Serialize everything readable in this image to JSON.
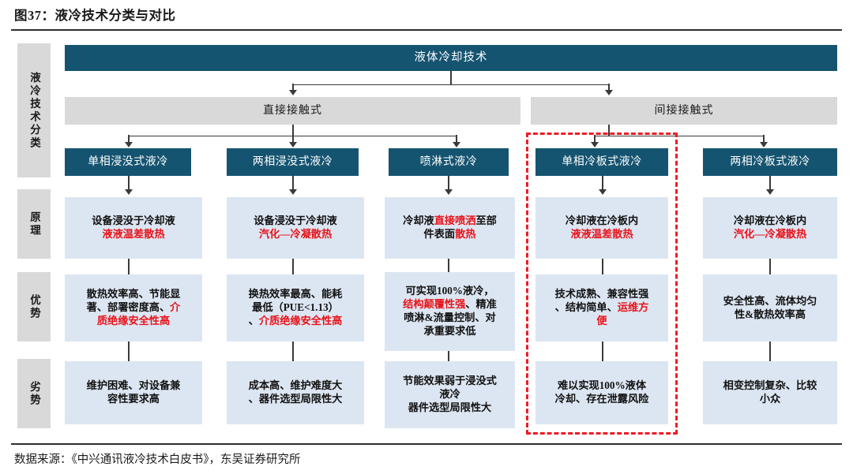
{
  "figure": {
    "title": "图37：液冷技术分类与对比",
    "source": "数据来源：《中兴通讯液冷技术白皮书》，东吴证券研究所"
  },
  "colors": {
    "header_teal": "#155470",
    "mid_gray": "#d9d9d9",
    "cell_blue": "#dce6f2",
    "accent_red": "#e8131a",
    "highlight_red": "#ee1c25"
  },
  "row_labels": [
    {
      "key": "classification",
      "text": "液冷技术分类"
    },
    {
      "key": "principle",
      "text": "原理"
    },
    {
      "key": "advantage",
      "text": "优势"
    },
    {
      "key": "disadvantage",
      "text": "劣势"
    }
  ],
  "tree": {
    "root": "液体冷却技术",
    "branches": [
      {
        "label": "直接接触式"
      },
      {
        "label": "间接接触式"
      }
    ]
  },
  "chart_data": {
    "type": "table",
    "title": "液冷技术分类与对比",
    "root": "液体冷却技术",
    "branches": [
      "直接接触式",
      "间接接触式"
    ],
    "row_headers": [
      "液冷技术分类",
      "原理",
      "优势",
      "劣势"
    ],
    "categories": [
      "单相浸没式液冷",
      "两相浸没式液冷",
      "喷淋式液冷",
      "单相冷板式液冷",
      "两相冷板式液冷"
    ],
    "category_parent": [
      "直接接触式",
      "直接接触式",
      "直接接触式",
      "间接接触式",
      "间接接触式"
    ],
    "highlighted_column": "单相冷板式液冷",
    "rows": [
      {
        "name": "原理",
        "cells": [
          {
            "plain": "设备浸没于冷却液",
            "emphasis": "液液温差散热"
          },
          {
            "plain": "设备浸没于冷却液",
            "emphasis": "汽化—冷凝散热"
          },
          {
            "plain": "冷却液直接喷洒至部件表面散热",
            "emphasis": "直接喷洒 / 散热"
          },
          {
            "plain": "冷却液在冷板内",
            "emphasis": "液液温差散热"
          },
          {
            "plain": "冷却液在冷板内",
            "emphasis": "汽化—冷凝散热"
          }
        ]
      },
      {
        "name": "优势",
        "cells": [
          {
            "plain": "散热效率高、节能显著、部署密度高、",
            "emphasis": "介质绝缘安全性高"
          },
          {
            "plain": "换热效率最高、能耗最低（PUE<1.13）、",
            "emphasis": "介质绝缘安全性高"
          },
          {
            "plain": "可实现100%液冷，结构颠覆性强、精准喷淋&流量控制、对承重要求低",
            "emphasis": "结构颠覆性强"
          },
          {
            "plain": "技术成熟、兼容性强、结构简单、",
            "emphasis": "运维方便"
          },
          {
            "plain": "安全性高、流体均匀性&散热效率高",
            "emphasis": ""
          }
        ]
      },
      {
        "name": "劣势",
        "cells": [
          {
            "plain": "维护困难、对设备兼容性要求高",
            "emphasis": ""
          },
          {
            "plain": "成本高、维护难度大、器件选型局限性大",
            "emphasis": ""
          },
          {
            "plain": "节能效果弱于浸没式液冷 器件选型局限性大",
            "emphasis": ""
          },
          {
            "plain": "难以实现100%液体冷却、存在泄露风险",
            "emphasis": ""
          },
          {
            "plain": "相变控制复杂、比较小众",
            "emphasis": ""
          }
        ]
      }
    ]
  },
  "cells": {
    "principle": {
      "c1": {
        "line1": "设备浸没于冷却液",
        "line2": "液液温差散热"
      },
      "c2": {
        "line1": "设备浸没于冷却液",
        "line2": "汽化—冷凝散热"
      },
      "c3": {
        "a": "冷却液",
        "b": "直接喷洒",
        "c": "至部",
        "d": "件表面",
        "e": "散热"
      },
      "c4": {
        "line1": "冷却液在冷板内",
        "line2": "液液温差散热"
      },
      "c5": {
        "line1": "冷却液在冷板内",
        "line2": "汽化—冷凝散热"
      }
    },
    "advantage": {
      "c1": {
        "a": "散热效率高、节能显",
        "b": "著、部署密度高、",
        "c": "介",
        "d": "质绝缘安全性高"
      },
      "c2": {
        "a": "换热效率最高、能耗",
        "b": "最低（PUE<1.13）",
        "c": "、",
        "d": "介质绝缘安全性高"
      },
      "c3": {
        "a": "可实现100%液冷，",
        "b": "结构颠覆性强",
        "c": "、精准",
        "d": "喷淋&流量控制、对",
        "e": "承重要求低"
      },
      "c4": {
        "a": "技术成熟、兼容性强",
        "b": "、结构简单、",
        "c": "运维方",
        "d": "便"
      },
      "c5": {
        "a": "安全性高、流体均匀",
        "b": "性&散热效率高"
      }
    },
    "disadvantage": {
      "c1": {
        "a": "维护困难、对设备兼",
        "b": "容性要求高"
      },
      "c2": {
        "a": "成本高、维护难度大",
        "b": "、器件选型局限性大"
      },
      "c3": {
        "a": "节能效果弱于浸没式",
        "b": "液冷",
        "c": "器件选型局限性大"
      },
      "c4": {
        "a": "难以实现100%液体",
        "b": "冷却、存在泄露风险"
      },
      "c5": {
        "a": "相变控制复杂、比较",
        "b": "小众"
      }
    }
  },
  "categories": {
    "c1": "单相浸没式液冷",
    "c2": "两相浸没式液冷",
    "c3": "喷淋式液冷",
    "c4": "单相冷板式液冷",
    "c5": "两相冷板式液冷"
  }
}
